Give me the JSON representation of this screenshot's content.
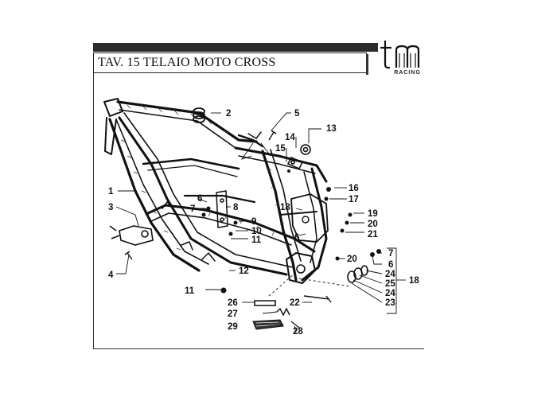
{
  "header": {
    "title": "TAV. 15 TELAIO MOTO CROSS",
    "logo_text": "tm",
    "logo_subtext": "RACING"
  },
  "callouts": {
    "c1": "1",
    "c2": "2",
    "c3": "3",
    "c4": "4",
    "c5": "5",
    "c6a": "6",
    "c6b": "6",
    "c6c": "6",
    "c7a": "7",
    "c7b": "7",
    "c8": "8",
    "c9": "9",
    "c10": "10",
    "c11a": "11",
    "c11b": "11",
    "c12": "12",
    "c13": "13",
    "c14": "14",
    "c15": "15",
    "c16": "16",
    "c17": "17",
    "c18a": "18",
    "c18b": "18",
    "c19": "19",
    "c20a": "20",
    "c20b": "20",
    "c21": "21",
    "c22": "22",
    "c23": "23",
    "c24a": "24",
    "c24b": "24",
    "c25": "25",
    "c26": "26",
    "c27": "27",
    "c28": "28",
    "c29": "29"
  },
  "colors": {
    "ink": "#111111",
    "paper": "#ffffff"
  }
}
